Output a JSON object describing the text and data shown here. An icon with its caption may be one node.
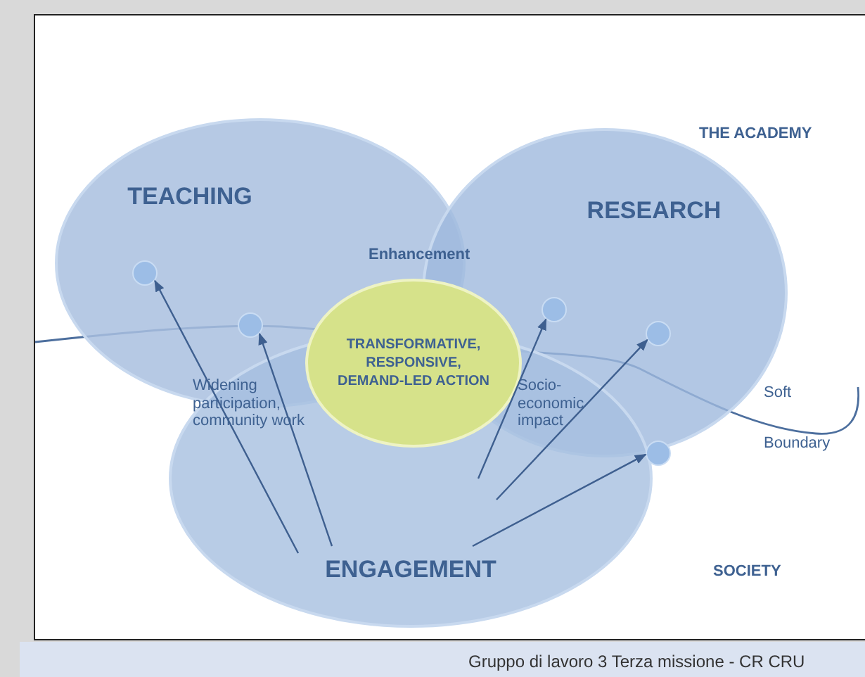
{
  "diagram": {
    "nodes": [
      {
        "text": [
          "TEACHING"
        ]
      },
      {
        "text": [
          "RESEARCH"
        ]
      },
      {
        "text": [
          "ENGAGEMENT"
        ]
      },
      {
        "text": [
          "TRANSFORMATIVE, RESPONSIVE, DEMAND-LED ACTION"
        ]
      },
      {
        "text": [],
        "shape": "circle",
        "in": 0
      },
      {
        "text": [],
        "shape": "circle",
        "in": 0
      },
      {
        "text": [],
        "shape": "circle",
        "in": 1
      },
      {
        "text": [],
        "shape": "circle",
        "in": 1
      },
      {
        "text": [],
        "shape": "circle"
      }
    ],
    "edges": [
      {
        "from": 2,
        "to": 4,
        "arrow": "to"
      },
      {
        "from": 2,
        "to": 5,
        "arrow": "to"
      },
      {
        "from": 2,
        "to": 6,
        "arrow": "to"
      },
      {
        "from": 2,
        "to": 7,
        "arrow": "to"
      },
      {
        "from": 2,
        "to": 8,
        "arrow": "to"
      }
    ],
    "labels": [
      "THE ACADEMY",
      "Enhancement",
      "Widening participation, community work",
      "Socio-economic impact",
      "Soft",
      "Boundary",
      "SOCIETY",
      "Gruppo di lavoro 3 Terza missione - CR CRU"
    ]
  }
}
